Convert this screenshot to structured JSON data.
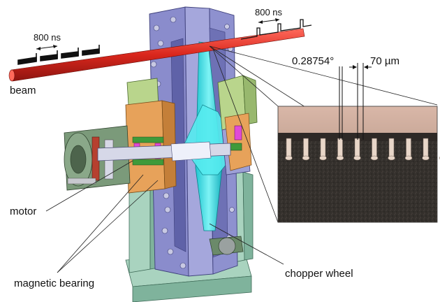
{
  "labels": {
    "beam": "beam",
    "pulse_spacing_left": "800 ns",
    "pulse_spacing_right": "800 ns",
    "angle": "0.28754°",
    "tooth_width": "70 µm",
    "motor": "motor",
    "magnetic_bearing": "magnetic bearing",
    "chopper_wheel": "chopper wheel"
  },
  "colors": {
    "beam": "#d9261c",
    "housing": "#8a8ccc",
    "housing_dark": "#5f62a8",
    "base": "#a9d3bf",
    "base_dark": "#7fb39c",
    "disc": "#2fe3e8",
    "bearing_block": "#e7a25a",
    "support": "#b9d58c",
    "motor_body": "#6b8a6a"
  }
}
